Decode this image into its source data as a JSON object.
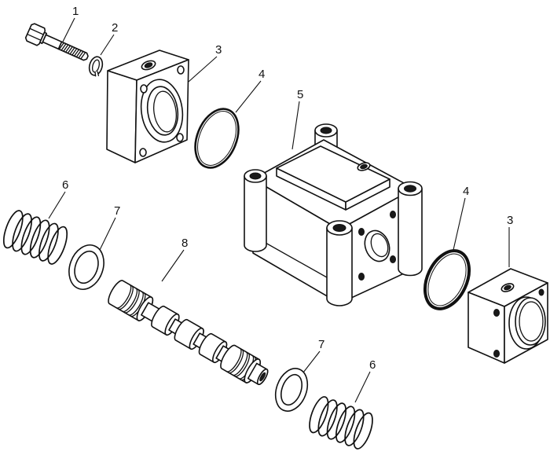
{
  "callouts": [
    {
      "label": "1"
    },
    {
      "label": "2"
    },
    {
      "label": "3"
    },
    {
      "label": "4"
    },
    {
      "label": "5"
    },
    {
      "label": "6"
    },
    {
      "label": "7"
    },
    {
      "label": "8"
    },
    {
      "label": "4"
    },
    {
      "label": "3"
    },
    {
      "label": "7"
    },
    {
      "label": "6"
    }
  ]
}
